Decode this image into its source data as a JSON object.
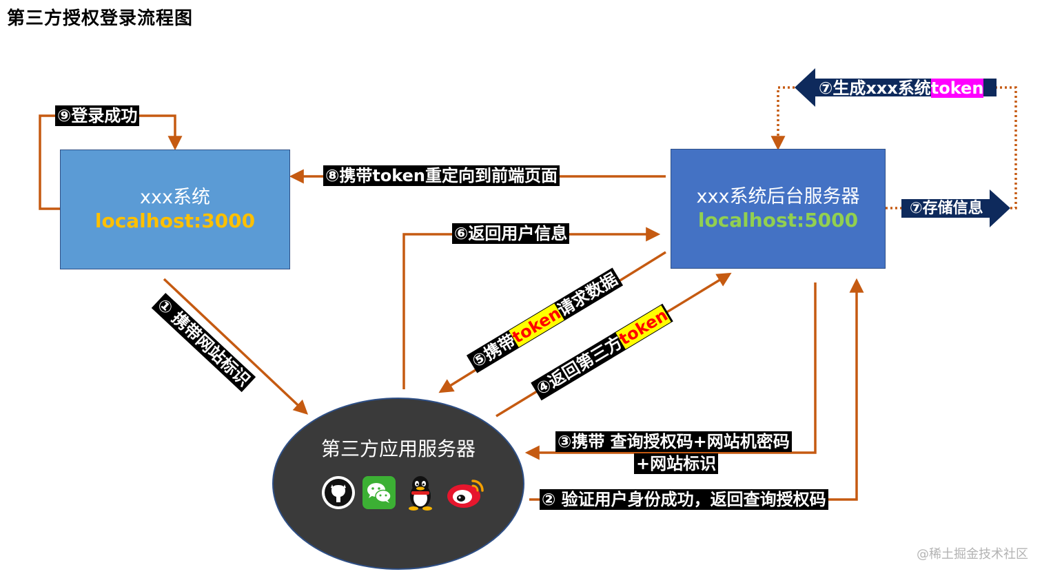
{
  "title": "第三方授权登录流程图",
  "nodes": {
    "client": {
      "name": "xxx系统",
      "host": "localhost:3000"
    },
    "backend": {
      "name": "xxx系统后台服务器",
      "host": "localhost:5000"
    },
    "third_party": {
      "name": "第三方应用服务器"
    }
  },
  "icons": [
    "github-icon",
    "wechat-icon",
    "qq-icon",
    "weibo-icon"
  ],
  "steps": {
    "s1": "① 携带网站标识",
    "s2": "② 验证用户身份成功，返回查询授权码",
    "s3_line1": "③携带 查询授权码+网站机密码",
    "s3_line2": "+网站标识",
    "s4_prefix": "④返回第三方",
    "s4_token": "token",
    "s5_prefix": "⑤携带",
    "s5_token": "token",
    "s5_suffix": "请求数据",
    "s6": "⑥返回用户信息",
    "s7_store": "⑦存储信息",
    "s7_gen_prefix": "⑦生成xxx系统",
    "s7_gen_token": "token",
    "s8": "⑧携带token重定向到前端页面",
    "s9": "⑨登录成功"
  },
  "colors": {
    "arrow": "#c55a11",
    "client_box": "#5b9bd5",
    "backend_box": "#4472c4",
    "oval": "#3a3a3a",
    "navy_arrow": "#0e2a5c",
    "host_client": "#ffc000",
    "host_backend": "#92d050"
  },
  "watermark": "@稀土掘金技术社区"
}
